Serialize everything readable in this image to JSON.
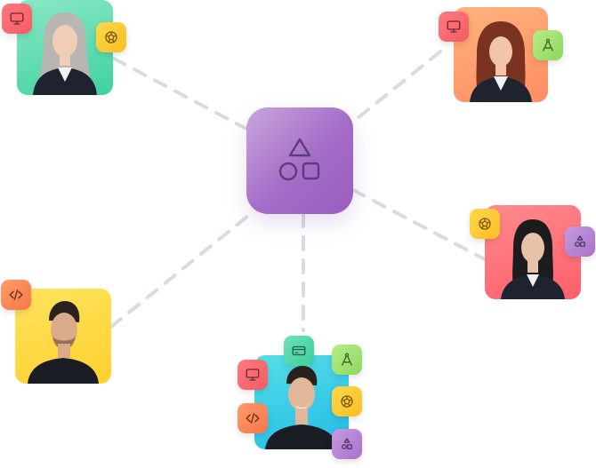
{
  "hub": {
    "icon": "shapes-icon",
    "color": "#a46bc7"
  },
  "profiles": [
    {
      "id": "top-left",
      "background": [
        "#8be8c7",
        "#3fd19f"
      ],
      "hair": "#b9b6b2",
      "skin": "#f0cdb6",
      "icons": [
        "monitor-icon",
        "aperture-icon"
      ]
    },
    {
      "id": "top-right",
      "background": [
        "#ffb27d",
        "#ff8d63"
      ],
      "hair": "#7a3320",
      "skin": "#f2c5a9",
      "icons": [
        "monitor-icon",
        "drafting-compass-icon"
      ]
    },
    {
      "id": "mid-right",
      "background": [
        "#ff8a8e",
        "#ff5f6a"
      ],
      "hair": "#1c1c1f",
      "skin": "#e8c2a8",
      "icons": [
        "aperture-icon",
        "shapes-icon"
      ]
    },
    {
      "id": "bottom-left",
      "background": [
        "#ffe45e",
        "#ffcf2e"
      ],
      "hair": "#2b2220",
      "skin": "#d9aa8c",
      "icons": [
        "code-icon"
      ]
    },
    {
      "id": "bottom-center",
      "background": [
        "#55e0e6",
        "#22b9e8"
      ],
      "hair": "#2a211d",
      "skin": "#e2b79a",
      "icons": [
        "credit-card-icon",
        "drafting-compass-icon",
        "monitor-icon",
        "aperture-icon",
        "code-icon",
        "shapes-icon"
      ]
    }
  ]
}
